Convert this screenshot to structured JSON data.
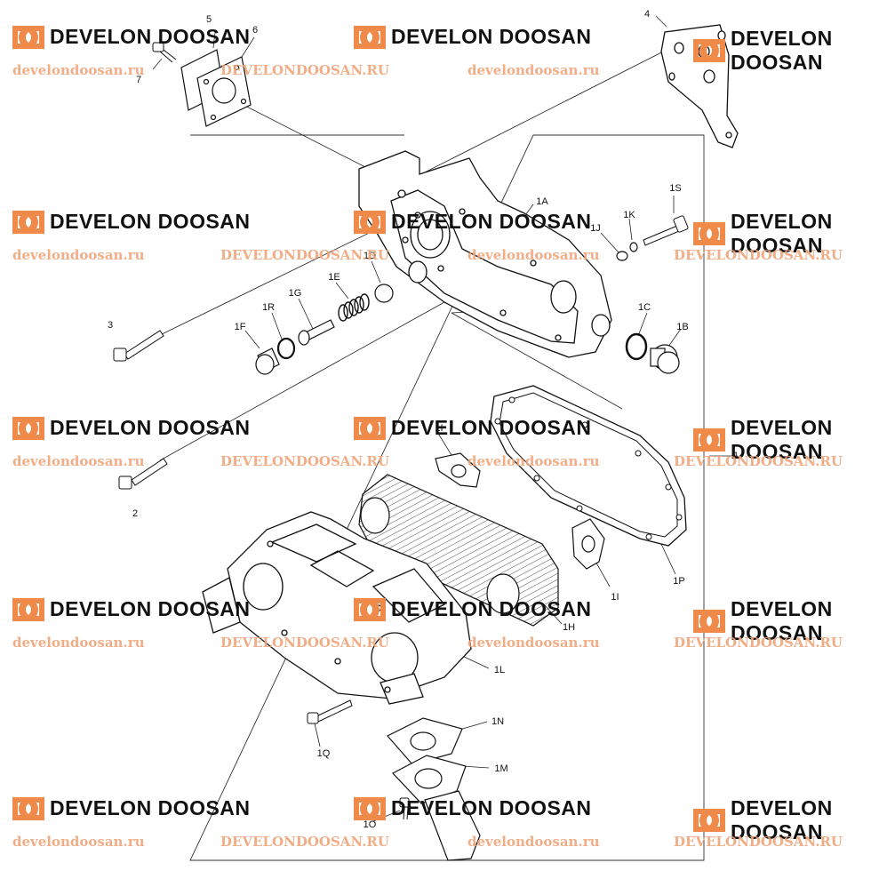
{
  "watermark": {
    "brand": "DEVELON DOOSAN",
    "url_lower": "develondoosan.ru",
    "url_upper": "DEVELONDOOSAN.RU",
    "logo_color": "#f08a4b"
  },
  "callouts": {
    "c1": "1",
    "c2": "2",
    "c3": "3",
    "c4": "4",
    "c5": "5",
    "c6": "6",
    "c7": "7",
    "c1A": "1A",
    "c1B": "1B",
    "c1C": "1C",
    "c1D": "1D",
    "c1E": "1E",
    "c1F": "1F",
    "c1G": "1G",
    "c1H": "1H",
    "c1I_a": "1I",
    "c1I_b": "1I",
    "c1J": "1J",
    "c1K": "1K",
    "c1L": "1L",
    "c1M": "1M",
    "c1N": "1N",
    "c1O": "1O",
    "c1P": "1P",
    "c1Q": "1Q",
    "c1R": "1R",
    "c1S": "1S"
  }
}
